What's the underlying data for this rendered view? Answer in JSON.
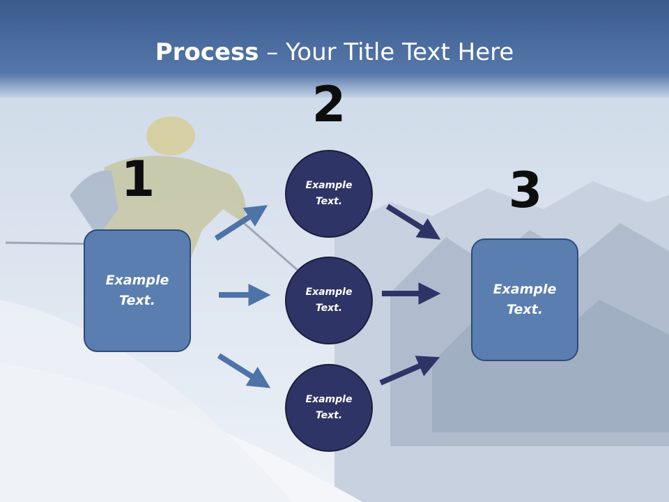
{
  "title": {
    "bold": "Process",
    "rest": " – Your Title Text Here"
  },
  "numbers": [
    "1",
    "2",
    "3"
  ],
  "box_left": {
    "label": "Example\nText."
  },
  "box_right": {
    "label": "Example\nText."
  },
  "circles": [
    {
      "label": "Example\nText."
    },
    {
      "label": "Example\nText."
    },
    {
      "label": "Example\nText."
    }
  ],
  "colors": {
    "title_band": "#3f6296",
    "box_fill": "#5a7eb0",
    "circle_fill": "#2f3466",
    "arrow_light": "#4e73a8",
    "arrow_dark": "#2f3466"
  }
}
